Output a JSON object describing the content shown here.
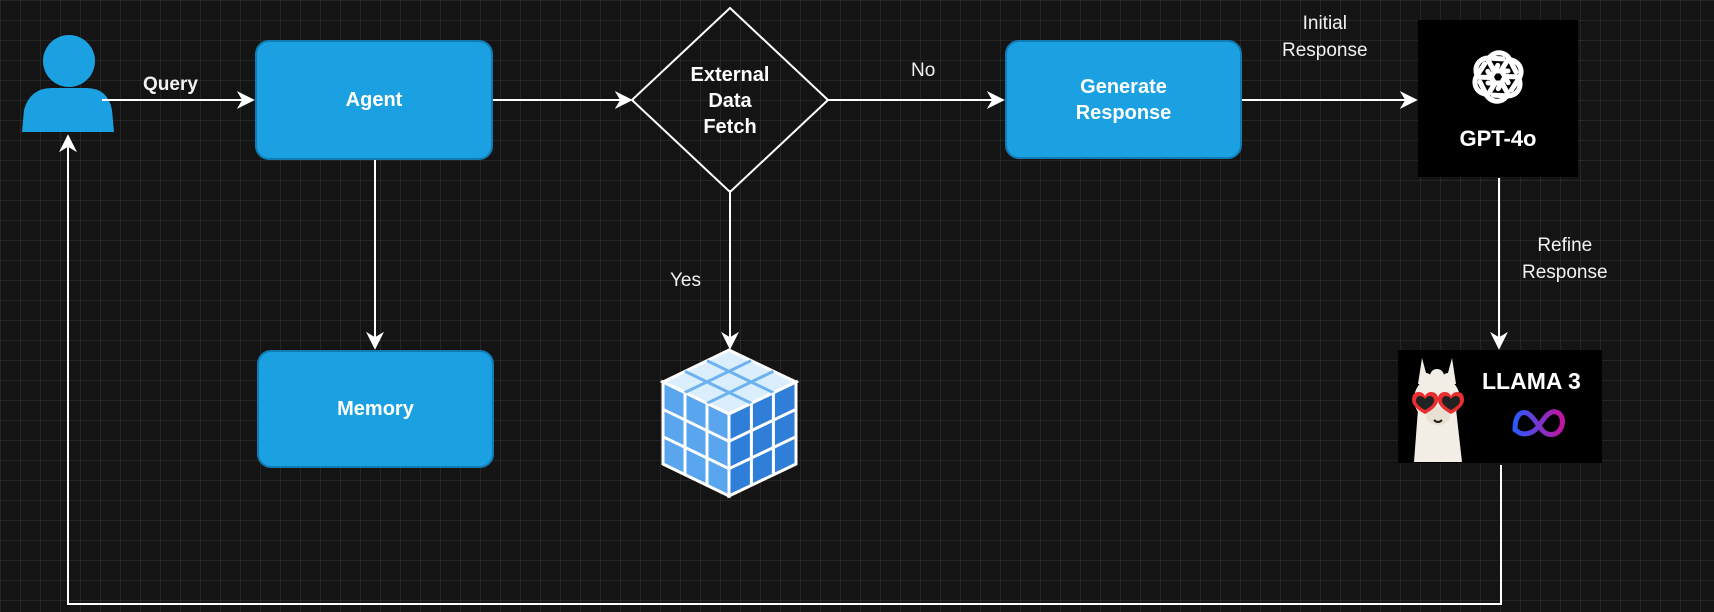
{
  "nodes": {
    "agent": "Agent",
    "memory": "Memory",
    "decision": [
      "External",
      "Data",
      "Fetch"
    ],
    "generate": [
      "Generate",
      "Response"
    ],
    "gpt": "GPT-4o",
    "llama": "LLAMA 3"
  },
  "edges": {
    "query": "Query",
    "no": "No",
    "yes": "Yes",
    "initial": [
      "Initial",
      "Response"
    ],
    "refine": [
      "Refine",
      "Response"
    ]
  },
  "icons": [
    "user-icon",
    "database-cube-icon",
    "openai-logo-icon",
    "llama-mascot-icon",
    "meta-logo-icon"
  ],
  "colors": {
    "box_fill": "#1ba1e2",
    "box_border": "#117bb3",
    "user": "#1ba1e2",
    "background": "#141414",
    "lines": "#ffffff"
  }
}
